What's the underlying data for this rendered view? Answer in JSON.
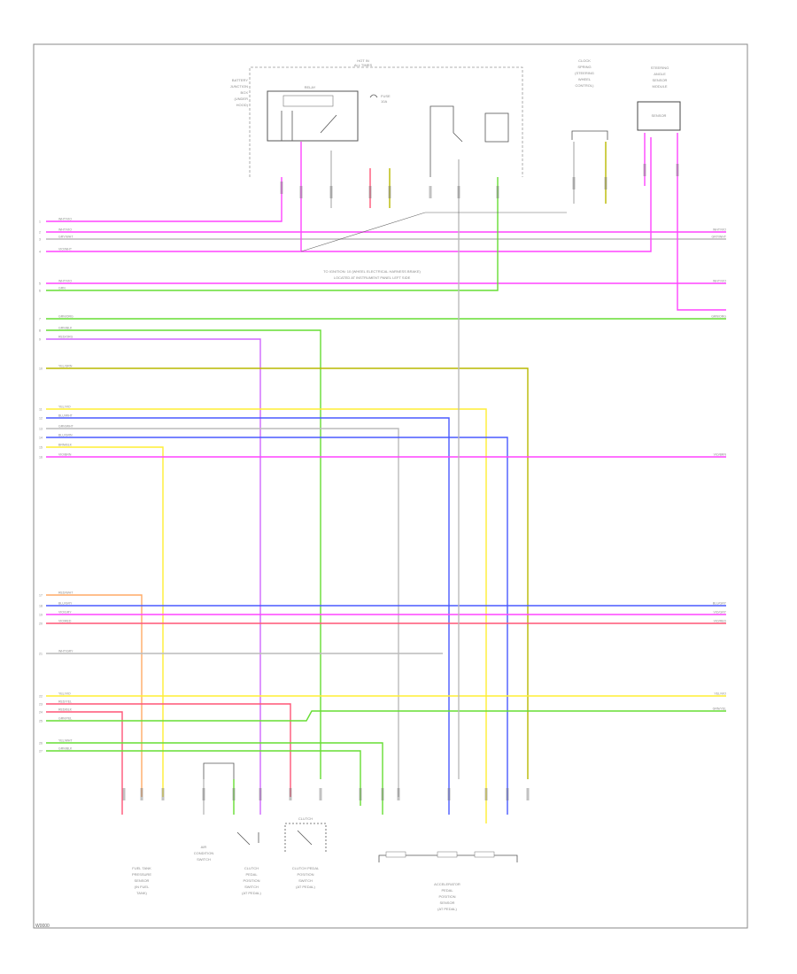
{
  "diagram": {
    "footer_id": "W0000",
    "top_box_title_1": "HOT IN",
    "top_box_title_2": "ALL TIMES",
    "relay_caption": "RELAY",
    "fuse_caption_1": "FUSE",
    "fuse_caption_2": "10A",
    "note_1": "TO IGNITION: 10 (WHEEL ELECTRICAL HARNESS BRAKE)",
    "note_2": "LOCATED AT INSTRUMENT PANEL LEFT SIDE",
    "clutch_sw_label": "CLUTCH",
    "sensor_box_label": "SENSOR",
    "components": {
      "upper_left": [
        "BATTERY",
        "JUNCTION",
        "BOX",
        "(UNDER",
        "HOOD)"
      ],
      "upper_right_a": [
        "CLOCK",
        "SPRING",
        "(STEERING",
        "WHEEL",
        "CONTROL)"
      ],
      "upper_right_b": [
        "STEERING",
        "ANGLE",
        "SENSOR",
        "MODULE"
      ],
      "bottom_1": [
        "FUEL TANK",
        "PRESSURE",
        "SENSOR",
        "(IN FUEL",
        "TANK)"
      ],
      "bottom_2": [
        "AIR",
        "CONDITION",
        "SWITCH"
      ],
      "bottom_3": [
        "CLUTCH",
        "PEDAL",
        "POSITION",
        "SWITCH",
        "(AT PEDAL)"
      ],
      "bottom_4": [
        "CLUTCH PEDAL",
        "POSITION",
        "SWITCH",
        "(AT PEDAL)"
      ],
      "bottom_5": [
        "ACCELERATOR",
        "PEDAL",
        "POSITION",
        "SENSOR",
        "(AT PEDAL)"
      ]
    },
    "left_wire_labels": [
      {
        "pin": "1",
        "text": "WHT/VIO"
      },
      {
        "pin": "2",
        "text": "WHT/VIO"
      },
      {
        "pin": "3",
        "text": "GRY/WHT"
      },
      {
        "pin": "4",
        "text": "VIO/WHT"
      },
      {
        "pin": "5",
        "text": "WHT/VIO"
      },
      {
        "pin": "6",
        "text": "GRN"
      },
      {
        "pin": "7",
        "text": "GRN/ORG"
      },
      {
        "pin": "8",
        "text": "GRN/BLK"
      },
      {
        "pin": "9",
        "text": "RED/ORG"
      },
      {
        "pin": "10",
        "text": "YEL/GRN"
      },
      {
        "pin": "11",
        "text": "YEL/VIO"
      },
      {
        "pin": "12",
        "text": "BLU/WHT"
      },
      {
        "pin": "13",
        "text": "GRN/WHT"
      },
      {
        "pin": "14",
        "text": "BLU/GRN"
      },
      {
        "pin": "15",
        "text": "BRN/BLK"
      },
      {
        "pin": "16",
        "text": "VIO/BRN"
      },
      {
        "pin": "17",
        "text": "RED/WHT"
      },
      {
        "pin": "18",
        "text": "BLU/GRY"
      },
      {
        "pin": "19",
        "text": "VIO/GRY"
      },
      {
        "pin": "20",
        "text": "VIO/RED"
      },
      {
        "pin": "21",
        "text": "WHT/GRY"
      },
      {
        "pin": "22",
        "text": "YEL/VIO"
      },
      {
        "pin": "23",
        "text": "RED/YEL"
      },
      {
        "pin": "24",
        "text": "RED/BLK"
      },
      {
        "pin": "25",
        "text": "GRN/YEL"
      },
      {
        "pin": "26",
        "text": "YEL/WHT"
      },
      {
        "pin": "27",
        "text": "GRN/BLK"
      }
    ],
    "right_wire_labels": [
      {
        "text": "WHT/VIO"
      },
      {
        "text": "GRY/WHT"
      },
      {
        "text": "WHT/VIO"
      },
      {
        "text": "GRN/ORG"
      },
      {
        "text": "VIO/BRN"
      },
      {
        "text": "BLU/GRY"
      },
      {
        "text": "VIO/GRY"
      },
      {
        "text": "VIO/RED"
      },
      {
        "text": "YEL/VIO"
      },
      {
        "text": "GRN/YEL"
      }
    ],
    "colors": {
      "magenta": "#ff44ff",
      "violet": "#d066ff",
      "green": "#66dd33",
      "yellow_green": "#b8b800",
      "yellow": "#ffee33",
      "blue": "#4a5aff",
      "red": "#ff5577",
      "orange": "#ffaa66",
      "gray": "#bbbbbb",
      "dark_red": "#aa2266",
      "frame": "#7a7a7a"
    }
  }
}
